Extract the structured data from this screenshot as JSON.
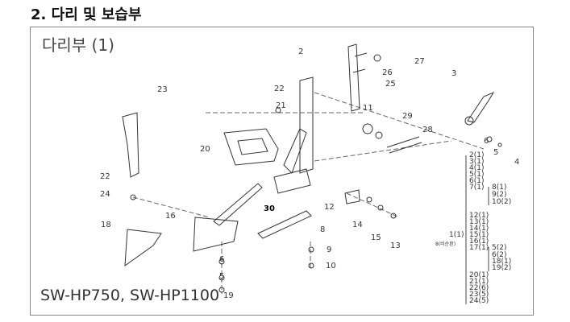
{
  "header": {
    "title": "2. 다리 및 보습부"
  },
  "diagram": {
    "subtitle": "다리부 (1)",
    "models": "SW-HP750, SW-HP1100",
    "callouts": [
      "2",
      "27",
      "26",
      "25",
      "3",
      "22",
      "21",
      "23",
      "11",
      "29",
      "28",
      "6",
      "5",
      "4",
      "20",
      "22",
      "24",
      "30",
      "12",
      "14",
      "15",
      "13",
      "8",
      "18",
      "16",
      "9",
      "10",
      "6",
      "5",
      "19"
    ],
    "tree": {
      "root": "1(1)",
      "root_note": "8(비순환)",
      "items": [
        "2(1)",
        "3(1)",
        "4(1)",
        "5(1)",
        "6(1)",
        "7(1)",
        "12(1)",
        "13(1)",
        "14(1)",
        "15(1)",
        "16(1)",
        "17(1)",
        "20(1)",
        "21(1)",
        "22(6)",
        "23(5)",
        "24(5)"
      ],
      "sub7": [
        "8(1)",
        "9(2)",
        "10(2)"
      ],
      "sub17": [
        "5(2)",
        "6(2)",
        "18(1)",
        "19(2)"
      ]
    }
  }
}
